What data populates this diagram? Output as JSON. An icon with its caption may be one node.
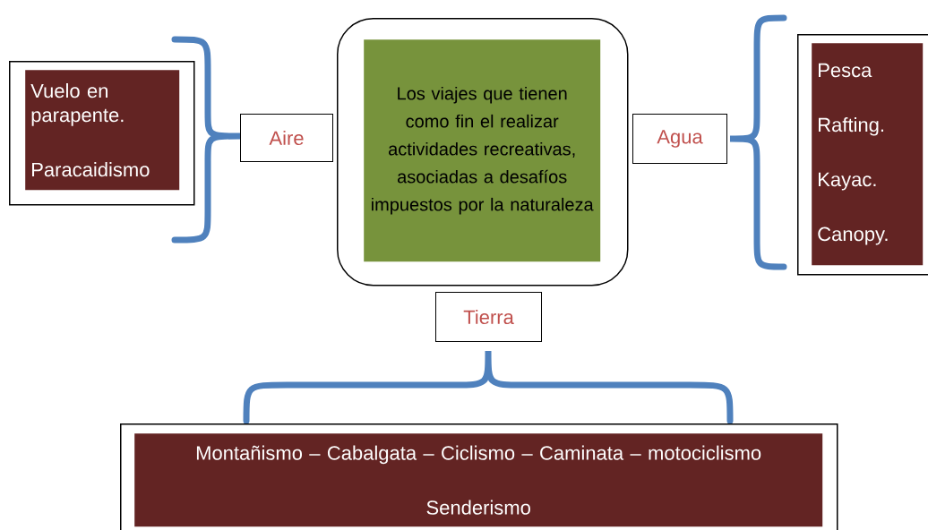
{
  "diagram": {
    "nodes": [
      {
        "text": [],
        "shape": "box"
      },
      {
        "text": [
          "Los viajes que tienen como fin el realizar actividades recreativas, asociadas a desafíos impuestos por la naturaleza"
        ],
        "in": 0
      },
      {
        "text": [
          "Aire"
        ]
      },
      {
        "text": [],
        "shape": "box"
      },
      {
        "text": [
          "Vuelo en parapente.",
          "Paracaidismo"
        ],
        "in": 3
      },
      {
        "text": [
          "Agua"
        ]
      },
      {
        "text": [],
        "shape": "box"
      },
      {
        "text": [
          "Pesca",
          "Rafting.",
          "Kayac.",
          "Canopy."
        ],
        "in": 6
      },
      {
        "text": [
          "Tierra"
        ]
      },
      {
        "text": [],
        "shape": "box"
      },
      {
        "text": [
          "Montañismo – Cabalgata – Ciclismo – Caminata – motociclismo",
          "Senderismo"
        ],
        "in": 9
      }
    ]
  }
}
